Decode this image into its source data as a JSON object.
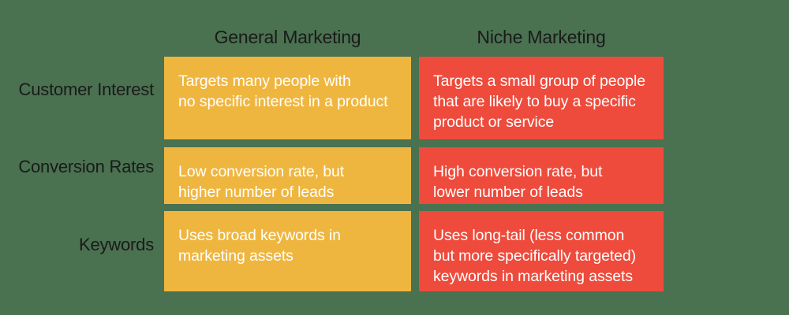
{
  "background_color": "#4a7150",
  "colors": {
    "general_column": "#efb63f",
    "niche_column": "#ee4b3c",
    "cell_text": "#ffffff",
    "label_text": "#1a1a1a"
  },
  "table": {
    "column_headers": [
      {
        "label": "General Marketing"
      },
      {
        "label": "Niche Marketing"
      }
    ],
    "rows": [
      {
        "label": "Customer\nInterest",
        "general": "Targets many people with\nno specific interest in a product",
        "niche": "Targets a small group of people\nthat are likely to buy a specific\nproduct or service"
      },
      {
        "label": "Conversion\nRates",
        "general": "Low conversion rate, but\nhigher number of leads",
        "niche": "High conversion rate, but\nlower number of leads"
      },
      {
        "label": "Keywords",
        "general": "Uses broad keywords in\nmarketing assets",
        "niche": "Uses long-tail (less common\nbut more specifically targeted)\nkeywords in marketing assets"
      }
    ]
  }
}
